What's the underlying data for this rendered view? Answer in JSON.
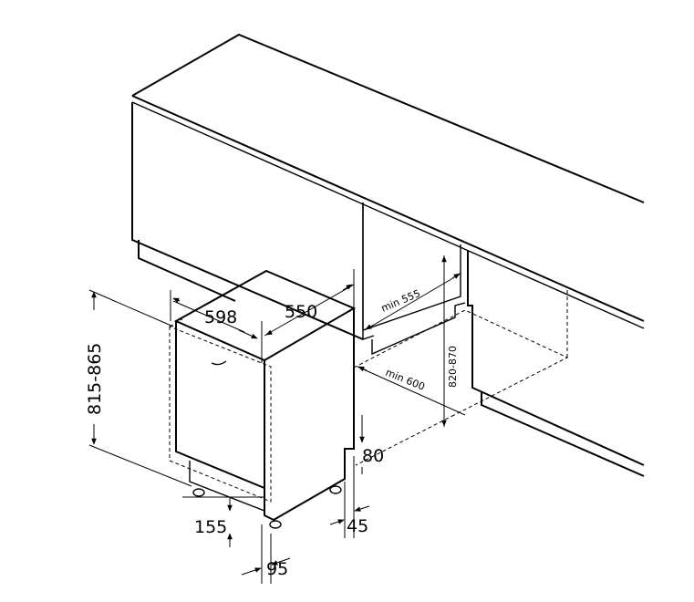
{
  "labels": {
    "height_range": "815-865",
    "width": "598",
    "depth": "550",
    "niche_depth": "min 555",
    "niche_width": "min 600",
    "niche_height": "820-870",
    "plinth_height": "80",
    "plinth_depth": "45",
    "foot_height": "155",
    "foot_offset": "95"
  }
}
